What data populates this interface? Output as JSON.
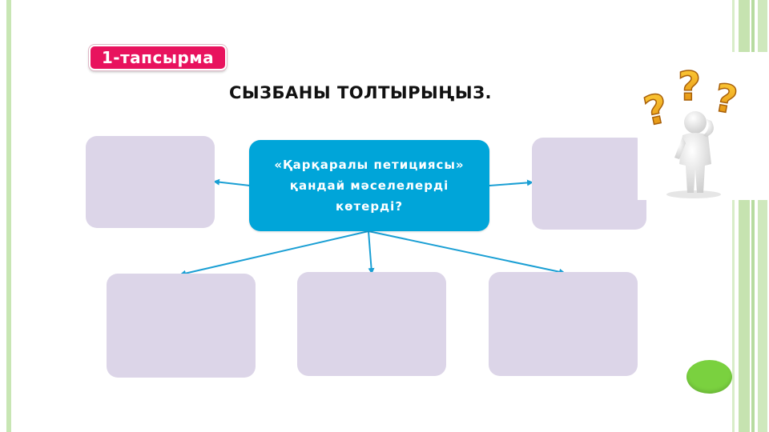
{
  "slide": {
    "task_label": "1-тапсырма",
    "title": "СЫЗБАНЫ ТОЛТЫРЫҢЫЗ.",
    "center_question": "«Қарқаралы петициясы» қандай мәселелерді көтерді?",
    "answer_boxes": [
      {
        "name": "answer-box-top-left",
        "text": ""
      },
      {
        "name": "answer-box-top-right",
        "text": ""
      },
      {
        "name": "answer-box-bottom-left",
        "text": ""
      },
      {
        "name": "answer-box-bottom-center",
        "text": ""
      },
      {
        "name": "answer-box-bottom-right",
        "text": ""
      }
    ],
    "question_marks": [
      "?",
      "?",
      "?"
    ]
  },
  "colors": {
    "badge": "#e8135e",
    "center_box": "#00a5d9",
    "answer_box": "#dcd5e8",
    "arrow": "#1a9fd4",
    "question_mark": "#f2a516",
    "stripe_green": "#c6e3b0",
    "nav_button": "#7ad13f"
  }
}
